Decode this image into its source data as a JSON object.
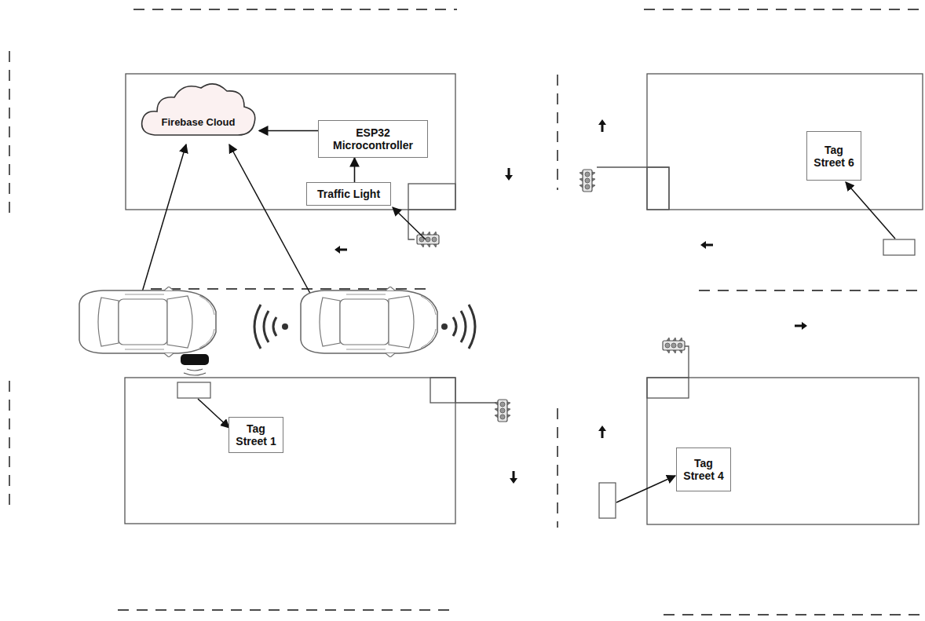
{
  "diagram": {
    "nodes": [
      {
        "text": [
          "Firebase Cloud"
        ]
      },
      {
        "text": [
          "ESP32 Microcontroller"
        ]
      },
      {
        "text": [
          "Traffic Light"
        ]
      },
      {
        "text": [
          "Tag Street 6"
        ]
      },
      {
        "text": [
          "Tag Street 1"
        ]
      },
      {
        "text": [
          "Tag Street 4"
        ]
      }
    ],
    "edges": [
      {
        "from": 1,
        "to": 0,
        "arrow": "to"
      },
      {
        "from": 2,
        "to": 1,
        "arrow": "to"
      }
    ]
  }
}
